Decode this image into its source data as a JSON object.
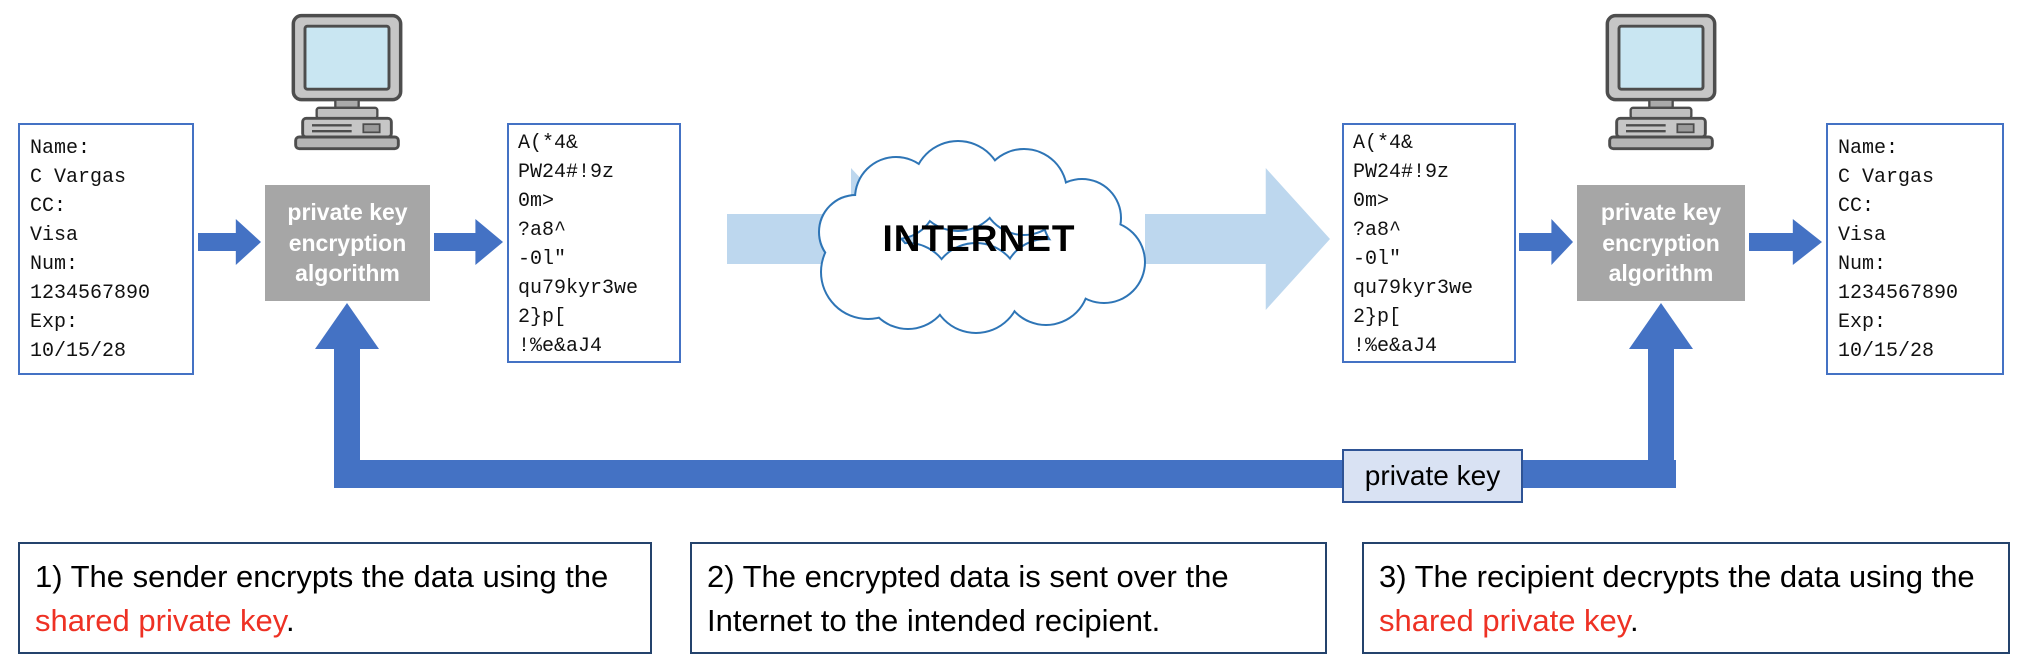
{
  "colors": {
    "arrow_blue": "#4472C4",
    "light_arrow": "#BDD7EE",
    "gray_box": "#A6A6A6",
    "box_border": "#4472C4",
    "caption_border": "#24436C",
    "cloud_stroke": "#2E75B6",
    "pk_fill": "#D9E2F3",
    "pk_border": "#2E5395",
    "screen_blue": "#C9E6F2",
    "red": "#EE3124"
  },
  "diagram": {
    "plaintext": "Name:\nC Vargas\nCC:\nVisa\nNum:\n1234567890\nExp:\n10/15/28",
    "ciphertext": "A(*4&\nPW24#!9z\n0m>\n?a8^\n-0l\"\nqu79kyr3we\n2}p[\n!%e&aJ4",
    "algorithm_label": "private key\nencryption\nalgorithm",
    "internet_label": "INTERNET",
    "private_key_label": "private key"
  },
  "captions": [
    {
      "prefix": "1) The sender encrypts the data using the ",
      "highlight": "shared private key",
      "suffix": "."
    },
    {
      "prefix": "2) The encrypted data is sent over the Internet to the intended recipient.",
      "highlight": "",
      "suffix": ""
    },
    {
      "prefix": "3) The recipient decrypts the data using the ",
      "highlight": "shared private key",
      "suffix": "."
    }
  ]
}
